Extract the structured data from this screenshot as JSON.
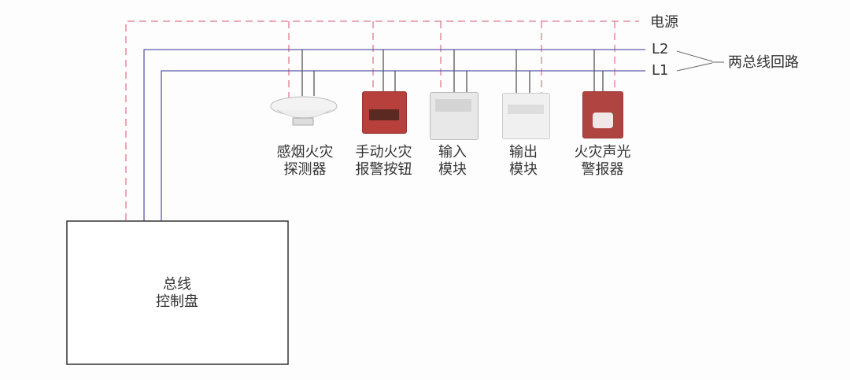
{
  "labels": {
    "power": "电源",
    "l2": "L2",
    "l1": "L1",
    "bus_loop": "两总线回路",
    "panel_line1": "总线",
    "panel_line2": "控制盘"
  },
  "devices": [
    {
      "line1": "感烟火灾",
      "line2": "探测器"
    },
    {
      "line1": "手动火灾",
      "line2": "报警按钮"
    },
    {
      "line1": "输入",
      "line2": "模块"
    },
    {
      "line1": "输出",
      "line2": "模块"
    },
    {
      "line1": "火灾声光",
      "line2": "警报器"
    }
  ],
  "colors": {
    "power_line": "#e07a8a",
    "bus_line": "#5a5aa8",
    "red_device": "#b8403c"
  }
}
